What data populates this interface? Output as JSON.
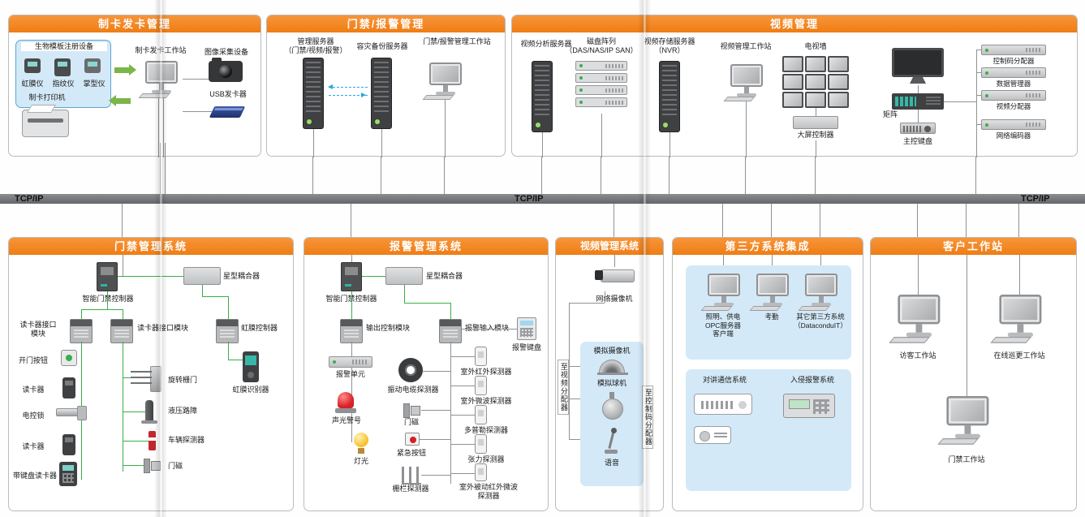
{
  "bus": {
    "label": "TCP/IP"
  },
  "top": {
    "card": {
      "title": "制卡发卡管理",
      "bio_title": "生物模板注册设备",
      "bio1": "虹膜仪",
      "bio2": "指纹仪",
      "bio3": "掌型仪",
      "workstation": "制卡发卡工作站",
      "capture": "图像采集设备",
      "usb": "USB发卡器",
      "printer": "制卡打印机"
    },
    "access_alarm": {
      "title": "门禁/报警管理",
      "server1": "管理服务器\n（门禁/视频/报警）",
      "server2": "容灾备份服务器",
      "workstation": "门禁/报警管理工作站"
    },
    "video": {
      "title": "视频管理",
      "analysis": "视频分析服务器",
      "array": "磁盘阵列\n（DAS/NAS/IP SAN）",
      "storage": "视频存储服务器\n（NVR）",
      "workstation": "视频管理工作站",
      "tvwall": "电视墙",
      "controller": "大屏控制器",
      "matrix": "矩阵",
      "keyboard": "主控键盘",
      "rack1": "控制码分配器",
      "rack2": "数据管理器",
      "rack3": "视频分配器",
      "rack4": "网络编码器"
    }
  },
  "bottom": {
    "access": {
      "title": "门禁管理系统",
      "coupler": "星型耦合器",
      "controller": "智能门禁控制器",
      "module_left": "读卡器接口\n模块",
      "module_right": "读卡器接口模块",
      "iris_controller": "虹膜控制器",
      "open_button": "开门按钮",
      "reader1": "读卡器",
      "lock": "电控锁",
      "reader2": "读卡器",
      "keypad_reader": "带键盘读卡器",
      "turnstile": "旋转栅门",
      "barrier": "液压路障",
      "vehicle": "车辆探测器",
      "door_contact": "门磁",
      "iris_reader": "虹膜识别器"
    },
    "alarm": {
      "title": "报警管理系统",
      "coupler": "星型耦合器",
      "controller": "智能门禁控制器",
      "output_module": "输出控制模块",
      "input_module": "报警输入模块",
      "alarm_keypad": "报警键盘",
      "alarm_unit": "报警单元",
      "sounder": "声光警号",
      "light": "灯光",
      "vibration": "振动电缆探测器",
      "door_contact": "门磁",
      "panic": "紧急按钮",
      "fence": "栅栏探测器",
      "outdoor_ir": "室外红外探测器",
      "outdoor_mw": "室外微波探测器",
      "doppler": "多普勒探测器",
      "tension": "张力探测器",
      "outdoor_pir_mw": "室外被动红外微波\n探测器"
    },
    "video_sys": {
      "title": "视频管理系统",
      "ip_camera": "网络摄像机",
      "analog_camera": "模拟摄像机",
      "analog_dome": "模拟球机",
      "audio": "语音",
      "to_video_dist": "至视频分配器",
      "to_code_dist": "至控制码分配器"
    },
    "third_party": {
      "title": "第三方系统集成",
      "opc": "照明、供电\nOPC服务器\n客户端",
      "attendance": "考勤",
      "other": "其它第三方系统\n（DataconduIT）",
      "intercom": "对讲通信系统",
      "intrusion": "入侵报警系统"
    },
    "clients": {
      "title": "客户工作站",
      "visitor": "访客工作站",
      "patrol": "在线巡更工作站",
      "access": "门禁工作站"
    }
  }
}
